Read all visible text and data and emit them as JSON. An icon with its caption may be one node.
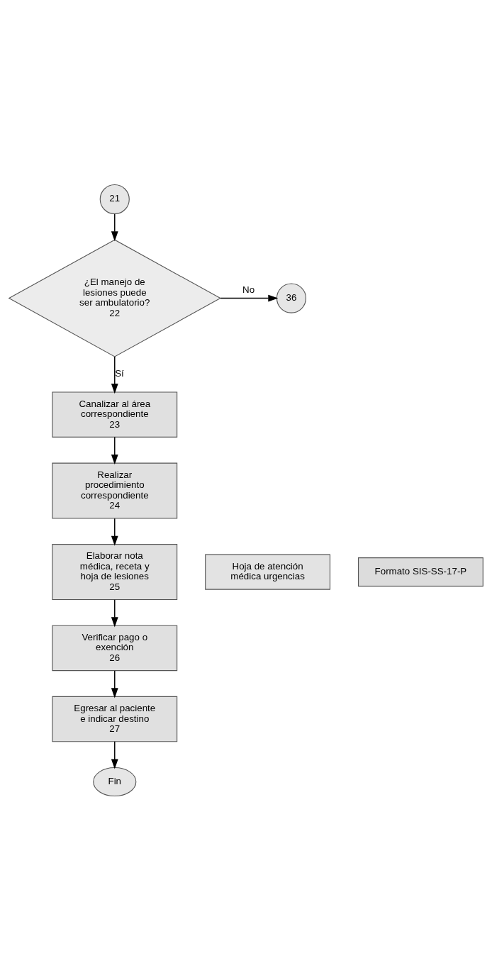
{
  "diagram": {
    "nodes": [
      {
        "text": [
          "21"
        ]
      },
      {
        "text": [
          "¿El manejo de lesiones puede ser ambulatorio?",
          "22"
        ]
      },
      {
        "text": [
          "36"
        ]
      },
      {
        "text": [
          "Canalizar al área correspondiente",
          "23"
        ]
      },
      {
        "text": [
          "Realizar procedimiento correspondiente",
          "24"
        ]
      },
      {
        "text": [
          "Elaborar nota médica, receta y hoja de lesiones",
          "25"
        ]
      },
      {
        "text": [
          "Hoja de atención médica urgencias"
        ]
      },
      {
        "text": [
          "Formato SIS-SS-17-P"
        ]
      },
      {
        "text": [
          "Verificar pago o exención",
          "26"
        ]
      },
      {
        "text": [
          "Egresar al paciente e indicar destino",
          "27"
        ]
      },
      {
        "text": [
          "Fin"
        ]
      }
    ],
    "edges": [
      {
        "from": 0,
        "to": 1,
        "arrow": "to"
      },
      {
        "from": 1,
        "to": 2,
        "arrow": "to",
        "label": "No"
      },
      {
        "from": 1,
        "to": 3,
        "arrow": "to",
        "label": "Sí"
      },
      {
        "from": 3,
        "to": 4,
        "arrow": "to"
      },
      {
        "from": 4,
        "to": 5,
        "arrow": "to"
      },
      {
        "from": 5,
        "to": 8,
        "arrow": "to"
      },
      {
        "from": 8,
        "to": 9,
        "arrow": "to"
      },
      {
        "from": 9,
        "to": 10,
        "arrow": "to"
      }
    ]
  }
}
